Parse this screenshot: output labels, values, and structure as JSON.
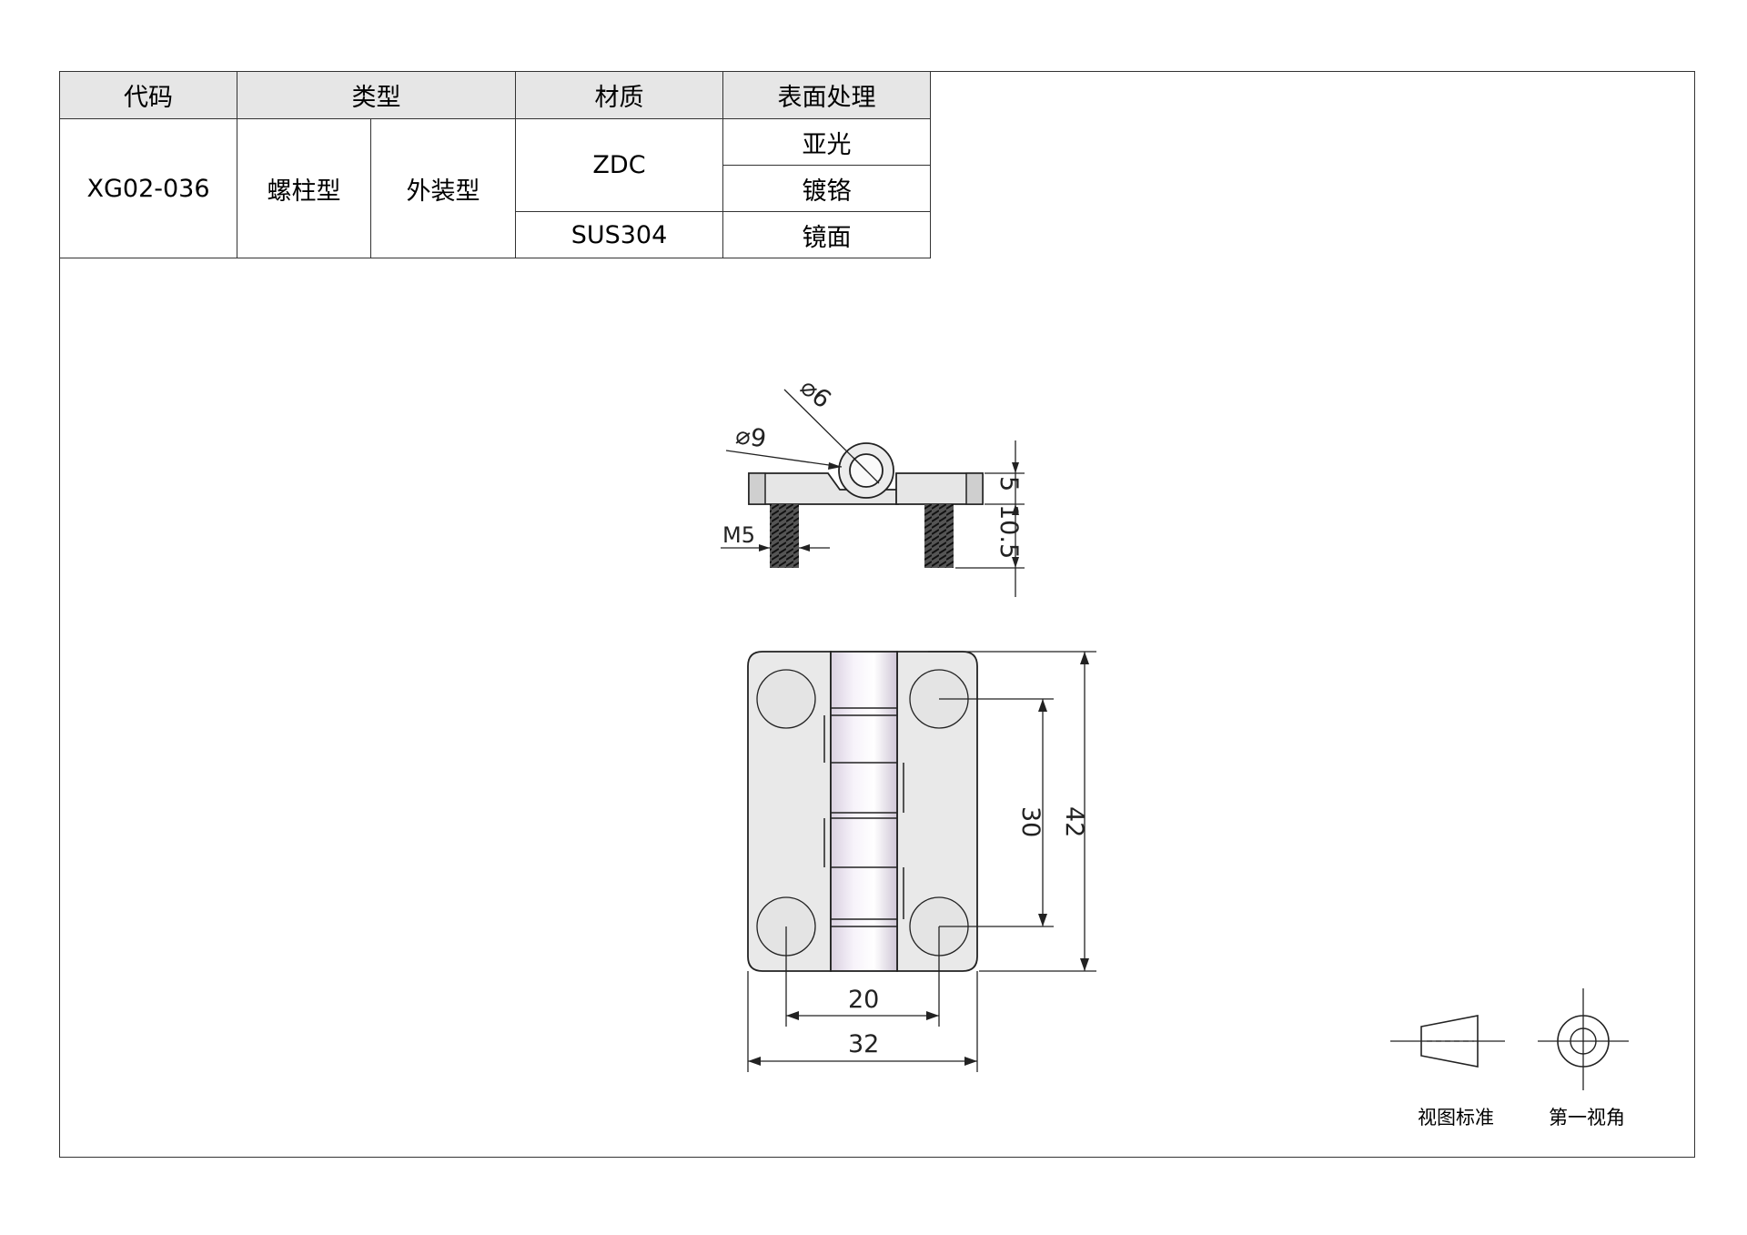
{
  "table": {
    "headers": {
      "code": "代码",
      "type": "类型",
      "material": "材质",
      "surface": "表面处理"
    },
    "code": "XG02-036",
    "type_1": "螺柱型",
    "type_2": "外装型",
    "materials": [
      "ZDC",
      "SUS304"
    ],
    "surfaces": [
      "亚光",
      "镀铬",
      "镜面"
    ]
  },
  "dimensions": {
    "pin_diameter": "6",
    "knuckle_diameter": "9",
    "thread": "M5",
    "leaf_thickness": "5",
    "stud_length": "10.5",
    "hole_spacing_vertical": "30",
    "overall_height": "42",
    "hole_spacing_horizontal": "20",
    "overall_width": "32"
  },
  "legend": {
    "standard_label": "视图标准",
    "angle_label": "第一视角"
  },
  "colors": {
    "line": "#222222",
    "leaf_fill": "#e8e8e8",
    "knuckle_highlight": "#f4eef8",
    "header_fill": "#e6e6e6"
  }
}
